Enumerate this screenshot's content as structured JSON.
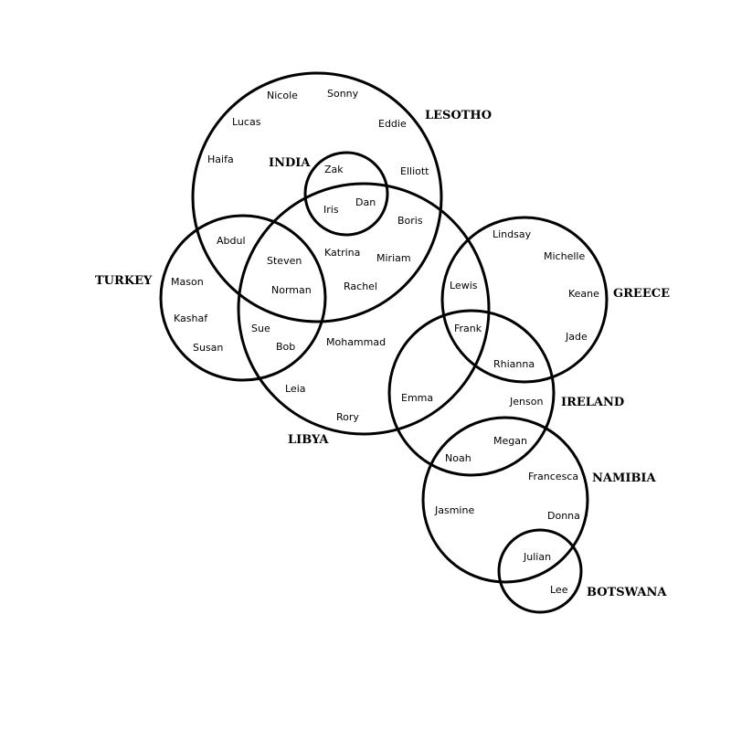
{
  "diagram_type": "euler",
  "colors": {
    "stroke": "#000000",
    "text": "#000000",
    "background": "#ffffff"
  },
  "sets": {
    "lesotho": "LESOTHO",
    "india": "INDIA",
    "turkey": "TURKEY",
    "libya": "LIBYA",
    "greece": "GREECE",
    "ireland": "IRELAND",
    "namibia": "NAMIBIA",
    "botswana": "BOTSWANA"
  },
  "members": {
    "nicole": "Nicole",
    "sonny": "Sonny",
    "lucas": "Lucas",
    "eddie": "Eddie",
    "haifa": "Haifa",
    "zak": "Zak",
    "elliott": "Elliott",
    "iris": "Iris",
    "dan": "Dan",
    "boris": "Boris",
    "abdul": "Abdul",
    "katrina": "Katrina",
    "miriam": "Miriam",
    "steven": "Steven",
    "mason": "Mason",
    "norman": "Norman",
    "rachel": "Rachel",
    "kashaf": "Kashaf",
    "sue": "Sue",
    "bob": "Bob",
    "susan": "Susan",
    "mohammad": "Mohammad",
    "leia": "Leia",
    "rory": "Rory",
    "lindsay": "Lindsay",
    "michelle": "Michelle",
    "keane": "Keane",
    "lewis": "Lewis",
    "frank": "Frank",
    "jade": "Jade",
    "rhianna": "Rhianna",
    "emma": "Emma",
    "jenson": "Jenson",
    "megan": "Megan",
    "noah": "Noah",
    "francesca": "Francesca",
    "jasmine": "Jasmine",
    "donna": "Donna",
    "julian": "Julian",
    "lee": "Lee"
  }
}
